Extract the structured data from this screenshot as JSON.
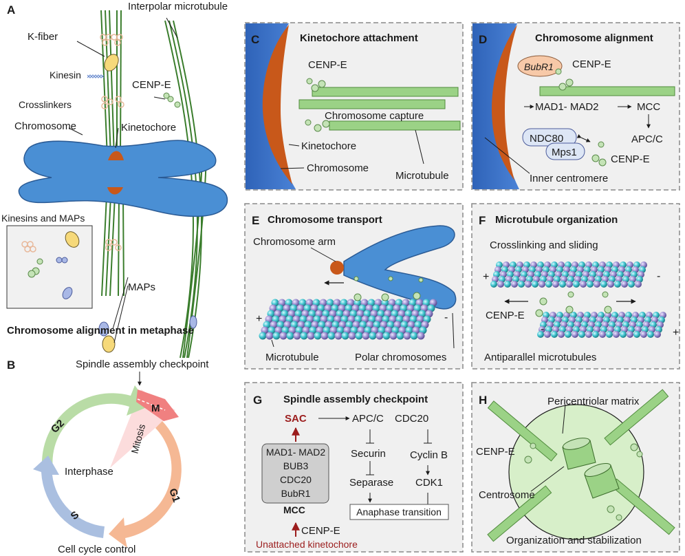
{
  "panels": {
    "A": {
      "letter": "A",
      "caption": "Chromosome alignment in metaphase",
      "labels": {
        "interpolar": "Interpolar microtubule",
        "kfiber": "K-fiber",
        "kinesin": "Kinesin",
        "crosslinkers": "Crosslinkers",
        "cenpe": "CENP-E",
        "chromosome": "Chromosome",
        "kinetochore": "Kinetochore",
        "kinesins_maps": "Kinesins and MAPs",
        "maps": "MAPs"
      }
    },
    "B": {
      "letter": "B",
      "caption": "Cell cycle control",
      "sac": "Spindle assembly checkpoint",
      "phases": {
        "g2": "G2",
        "m": "M",
        "g1": "G1",
        "s": "S"
      },
      "mitosis": "Mitosis",
      "interphase": "Interphase",
      "colors": {
        "g2": "#b9dca6",
        "m": "#f08080",
        "g1": "#f5b894",
        "s": "#aabfe0"
      }
    },
    "C": {
      "letter": "C",
      "title": "Kinetochore attachment",
      "labels": {
        "cenpe": "CENP-E",
        "capture": "Chromosome capture",
        "kinetochore": "Kinetochore",
        "chromosome": "Chromosome",
        "microtubule": "Microtubule"
      }
    },
    "D": {
      "letter": "D",
      "title": "Chromosome alignment",
      "labels": {
        "bubr1": "BubR1",
        "cenpe_top": "CENP-E",
        "mad": "MAD1- MAD2",
        "mcc": "MCC",
        "apcc": "APC/C",
        "ndc80": "NDC80",
        "mps1": "Mps1",
        "cenpe_bottom": "CENP-E",
        "inner": "Inner centromere"
      }
    },
    "E": {
      "letter": "E",
      "title": "Chromosome transport",
      "labels": {
        "arm": "Chromosome arm",
        "plus": "+",
        "minus": "-",
        "microtubule": "Microtubule",
        "polar": "Polar chromosomes"
      }
    },
    "F": {
      "letter": "F",
      "title": "Microtubule organization",
      "labels": {
        "crosslink": "Crosslinking and sliding",
        "plus_top": "+",
        "minus_top": "-",
        "cenpe": "CENP-E",
        "minus_bottom": "-",
        "plus_bottom": "+",
        "antiparallel": "Antiparallel microtubules"
      }
    },
    "G": {
      "letter": "G",
      "title": "Spindle assembly checkpoint",
      "labels": {
        "sac": "SAC",
        "apcc": "APC/C",
        "cdc20": "CDC20",
        "securin": "Securin",
        "cyclinb": "Cyclin B",
        "separase": "Separase",
        "cdk1": "CDK1",
        "anaphase": "Anaphase transition",
        "mcc": "MCC",
        "cenpe": "CENP-E",
        "unattached": "Unattached kinetochore"
      },
      "mcc_components": [
        "MAD1- MAD2",
        "BUB3",
        "CDC20",
        "BubR1"
      ],
      "colors": {
        "accent": "#9b1c1c"
      }
    },
    "H": {
      "letter": "H",
      "title": "",
      "labels": {
        "pcm": "Pericentriolar matrix",
        "cenpe": "CENP-E",
        "centrosome": "Centrosome",
        "org": "Organization and stabilization"
      }
    }
  }
}
